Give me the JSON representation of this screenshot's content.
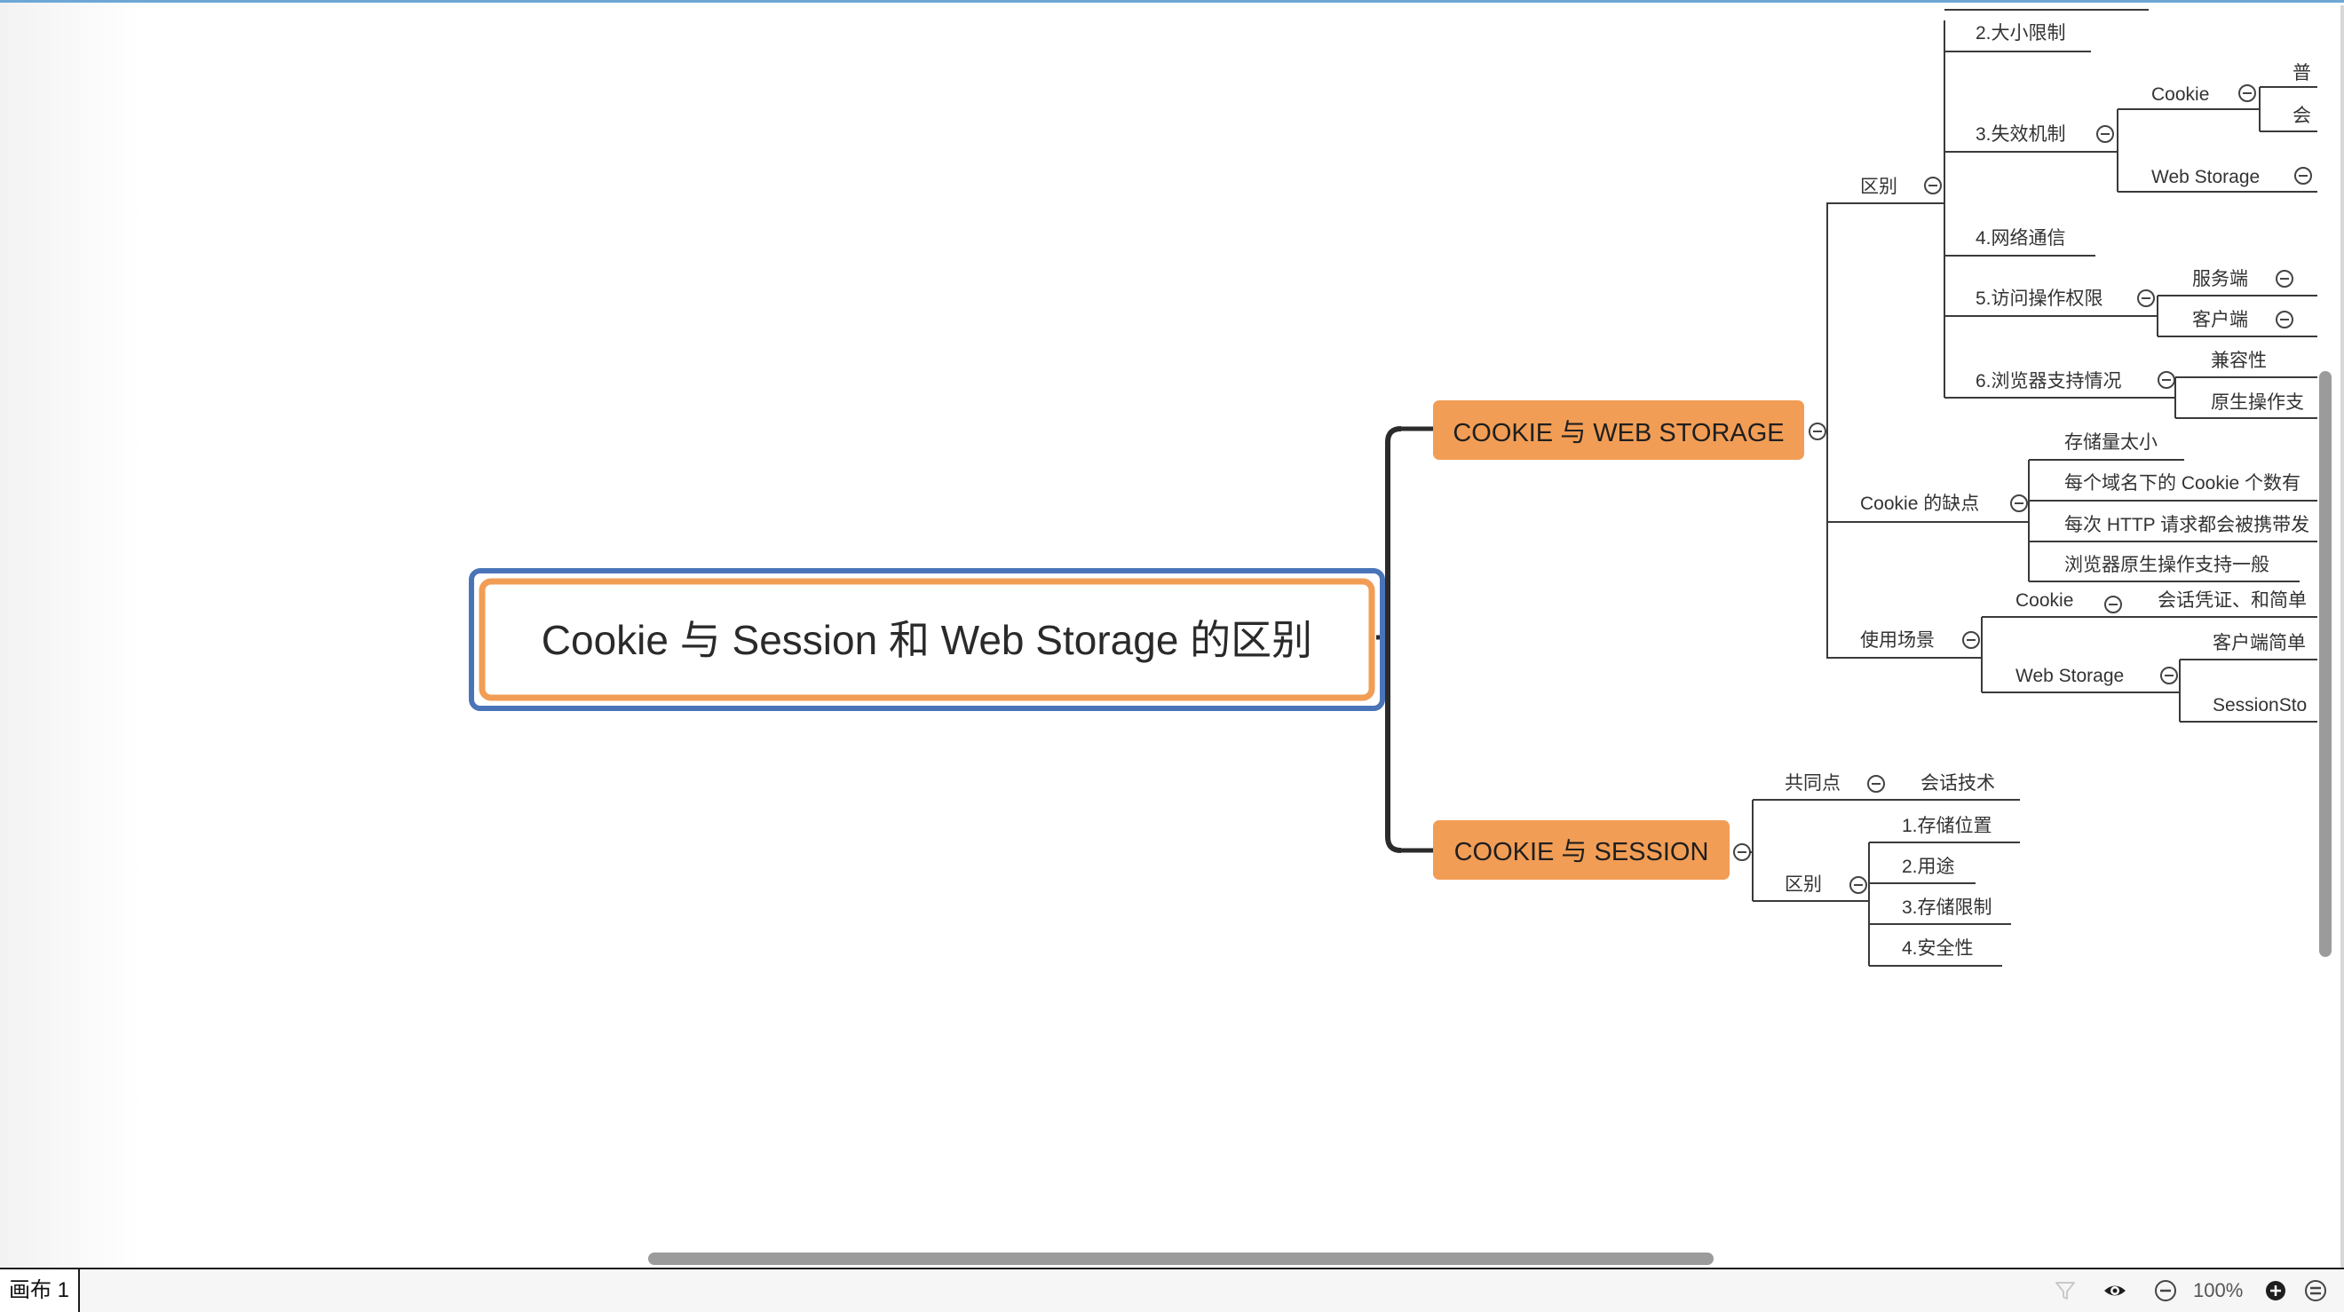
{
  "canvas_tab": "画布 1",
  "zoom": "100%",
  "central": "Cookie 与 Session 和 Web Storage 的区别",
  "branch1": {
    "title": "COOKIE 与 WEB STORAGE",
    "diff": "区别",
    "size_limit": "2.大小限制",
    "expire": "3.失效机制",
    "cookie": "Cookie",
    "ordinary_cut": "普",
    "session_cut": "会",
    "webstorage": "Web Storage",
    "network": "4.网络通信",
    "access": "5.访问操作权限",
    "server": "服务端",
    "client": "客户端",
    "browser": "6.浏览器支持情况",
    "compat": "兼容性",
    "native_cut": "原生操作支",
    "defects": "Cookie 的缺点",
    "d1": "存储量太小",
    "d2": "每个域名下的 Cookie 个数有",
    "d3": "每次 HTTP 请求都会被携带发",
    "d4": "浏览器原生操作支持一般",
    "usage": "使用场景",
    "u_cookie": "Cookie",
    "u_cookie_desc": "会话凭证、和简单",
    "u_ws": "Web Storage",
    "u_ws_c1": "客户端简单",
    "u_ws_c2": "SessionSto"
  },
  "branch2": {
    "title": "COOKIE 与 SESSION",
    "common": "共同点",
    "common_v": "会话技术",
    "diff": "区别",
    "i1": "1.存储位置",
    "i2": "2.用途",
    "i3": "3.存储限制",
    "i4": "4.安全性"
  },
  "colors": {
    "branch_fill": "#f29d55",
    "central_orange": "#f29d55",
    "selection_blue": "#4a74b8"
  }
}
